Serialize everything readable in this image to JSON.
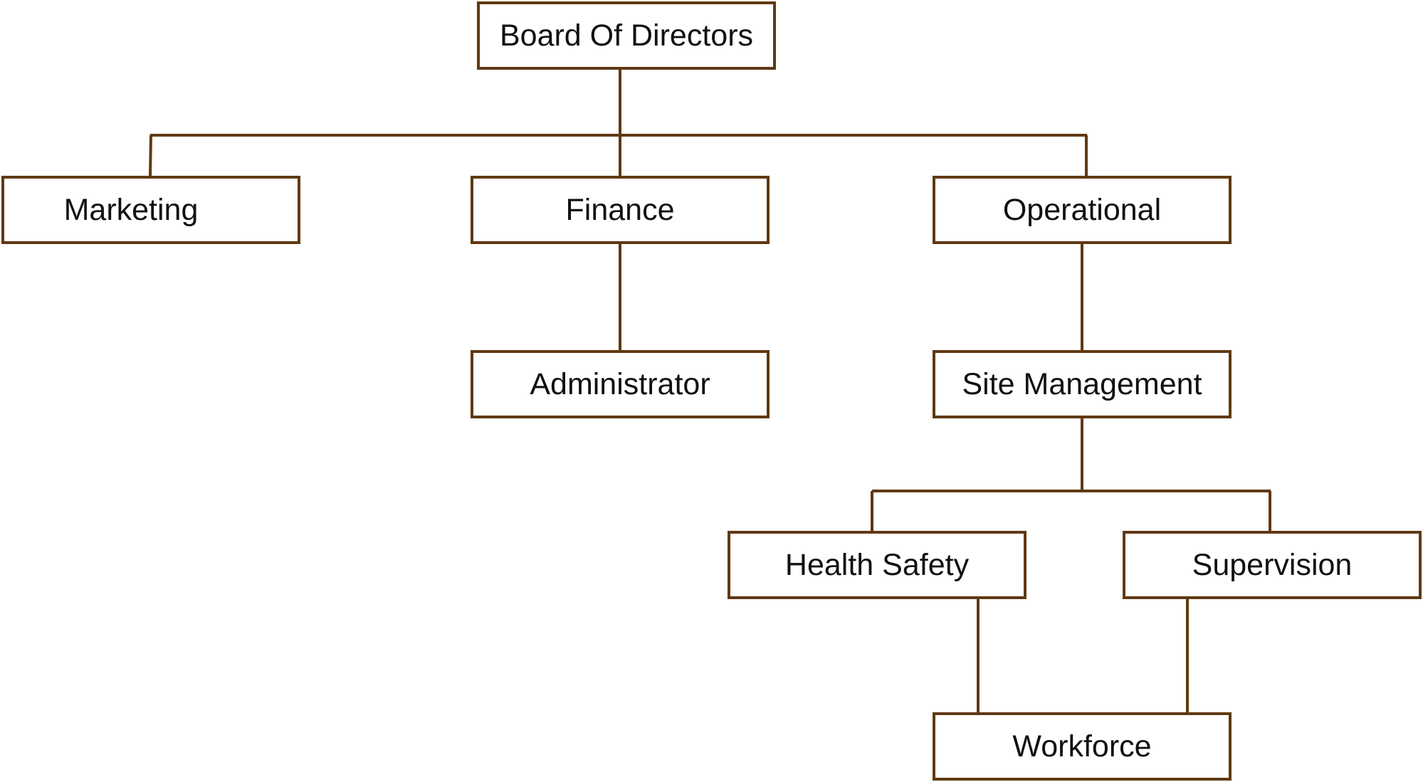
{
  "colors": {
    "stroke": "#603913",
    "text": "#111111"
  },
  "nodes": {
    "board": "Board Of Directors",
    "marketing": "Marketing",
    "finance": "Finance",
    "operational": "Operational",
    "administrator": "Administrator",
    "site_management": "Site Management",
    "health_safety": "Health Safety",
    "supervision": "Supervision",
    "workforce": "Workforce"
  }
}
